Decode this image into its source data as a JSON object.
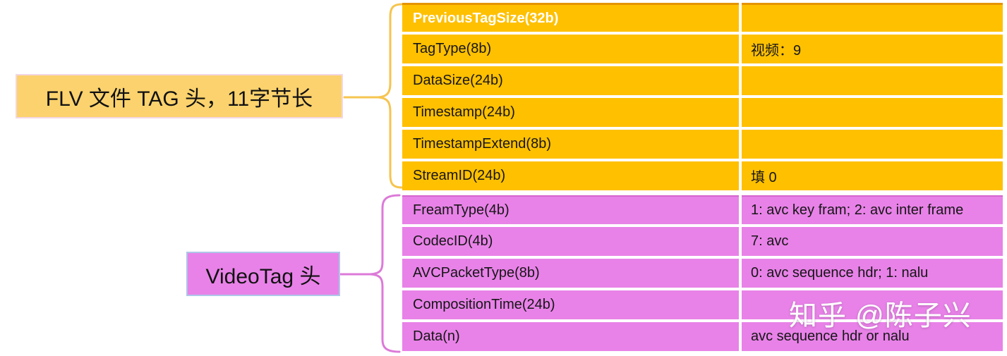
{
  "labels": {
    "flv_tag_header": "FLV 文件 TAG 头，11字节长",
    "video_tag_header": "VideoTag 头"
  },
  "table": {
    "sections": [
      {
        "name": "flv-file-tag-header",
        "color": "#FFC000",
        "rows": [
          {
            "field": "PreviousTagSize(32b)",
            "value": ""
          },
          {
            "field": "TagType(8b)",
            "value": "视频：9"
          },
          {
            "field": "DataSize(24b)",
            "value": ""
          },
          {
            "field": "Timestamp(24b)",
            "value": ""
          },
          {
            "field": "TimestampExtend(8b)",
            "value": ""
          },
          {
            "field": "StreamID(24b)",
            "value": "填 0"
          }
        ]
      },
      {
        "name": "video-tag-header",
        "color": "#E882E8",
        "rows": [
          {
            "field": "FreamType(4b)",
            "value": "1: avc key fram; 2: avc inter frame"
          },
          {
            "field": "CodecID(4b)",
            "value": "7: avc"
          },
          {
            "field": "AVCPacketType(8b)",
            "value": "0: avc sequence hdr; 1: nalu"
          },
          {
            "field": "CompositionTime(24b)",
            "value": ""
          },
          {
            "field": "Data(n)",
            "value": "avc sequence hdr or nalu"
          }
        ]
      }
    ]
  },
  "watermark": {
    "text": "知乎 @陈子兴"
  },
  "colors": {
    "flv_section": "#FFC000",
    "flv_section_border": "#E59400",
    "flv_label_bg": "#FBD26D",
    "flv_brace": "#F6C44F",
    "video_section": "#E882E8",
    "video_section_border": "#D465CE",
    "video_brace": "#DC7AD8",
    "video_label_border": "#AEC6E8"
  }
}
